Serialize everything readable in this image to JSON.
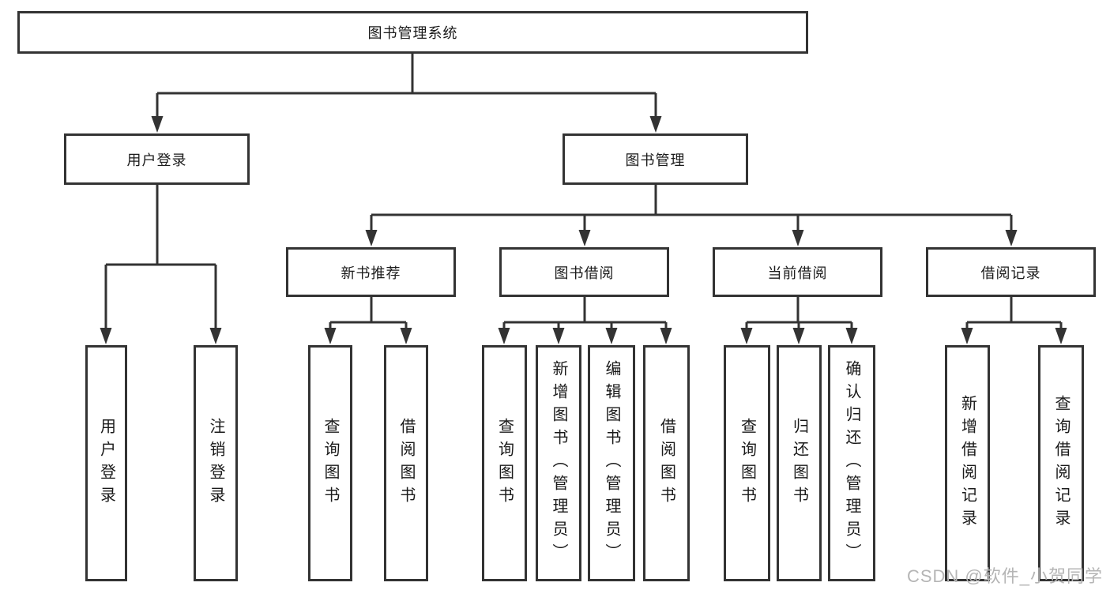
{
  "nodes": {
    "root": "图书管理系统",
    "user_login": "用户登录",
    "book_mgmt": "图书管理",
    "new_books": "新书推荐",
    "book_borrow": "图书借阅",
    "current_borrow": "当前借阅",
    "borrow_records": "借阅记录"
  },
  "leaves": {
    "user_login": [
      "用户登录",
      "注销登录"
    ],
    "new_books": [
      "查询图书",
      "借阅图书"
    ],
    "book_borrow": [
      "查询图书",
      "新增图书（管理员）",
      "编辑图书（管理员）",
      "借阅图书"
    ],
    "current_borrow": [
      "查询图书",
      "归还图书",
      "确认归还（管理员）"
    ],
    "borrow_records": [
      "新增借阅记录",
      "查询借阅记录"
    ]
  },
  "watermark": "CSDN @软件_小贺同学",
  "colors": {
    "line": "#333333",
    "text": "#1a1a1a",
    "background": "#ffffff",
    "watermark": "#b5b5b5"
  }
}
